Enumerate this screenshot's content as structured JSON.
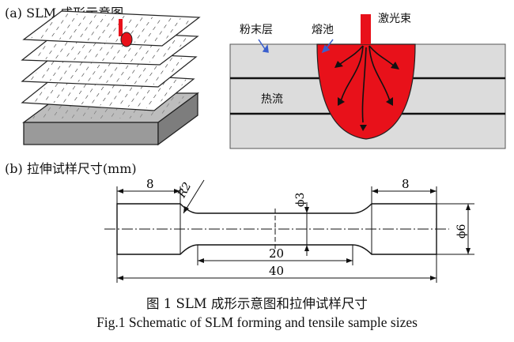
{
  "panel_a": {
    "title": "(a) SLM 成形示意图",
    "labels": {
      "powder_layer": "粉末层",
      "melt_pool": "熔池",
      "laser_beam": "激光束",
      "heat_flow": "热流"
    }
  },
  "panel_b": {
    "title": "(b) 拉伸试样尺寸(mm)",
    "dims": {
      "grip_left": "8",
      "grip_right": "8",
      "radius": "R2",
      "neck_dia": "ϕ3",
      "outer_dia": "ϕ6",
      "gauge_len": "20",
      "total_len": "40"
    }
  },
  "caption": {
    "zh": "图 1   SLM 成形示意图和拉伸试样尺寸",
    "en": "Fig.1   Schematic of SLM forming and tensile sample sizes"
  },
  "colors": {
    "melt": "#e8111a",
    "plate": "#c9c9c9",
    "panel_bg": "#dcdcdc"
  }
}
